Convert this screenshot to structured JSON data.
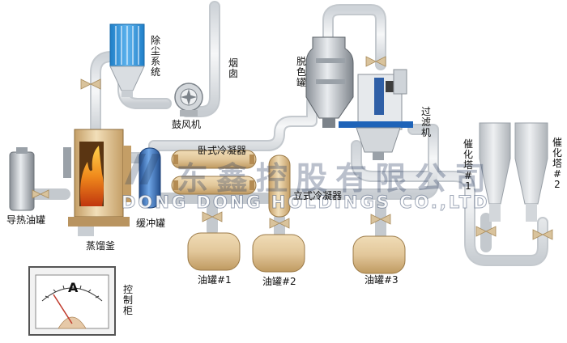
{
  "labels": {
    "dust_removal": "除尘系统",
    "chimney": "烟囱",
    "blower": "鼓风机",
    "decolor_tank": "脱色罐",
    "filter": "过滤机",
    "heat_oil_tank": "导热油罐",
    "still": "蒸馏釜",
    "buffer_tank": "缓冲罐",
    "horizontal_condenser": "卧式冷凝器",
    "vertical_condenser": "立式冷凝器",
    "tower1": "催化塔#1",
    "tower2": "催化塔#2",
    "oil_tank1": "油罐#1",
    "oil_tank2": "油罐#2",
    "oil_tank3": "油罐#3",
    "control_cabinet": "控制柜"
  },
  "watermark": {
    "cn": "东鑫控股有限公司",
    "en": "DONG DONG HOLDINGS CO.,LTD"
  },
  "meter": {
    "symbol": "A"
  },
  "colors": {
    "pipe": "#e4e7ea",
    "pipe_edge": "#c9ced3",
    "tank_tan": "#e2c79a",
    "tank_tan_dark": "#c9a56e",
    "dust_blue": "#2f8fd6",
    "buffer_blue": "#3f7cc8",
    "valve_tan": "#d9c39c",
    "flame": "#f08a1c"
  }
}
